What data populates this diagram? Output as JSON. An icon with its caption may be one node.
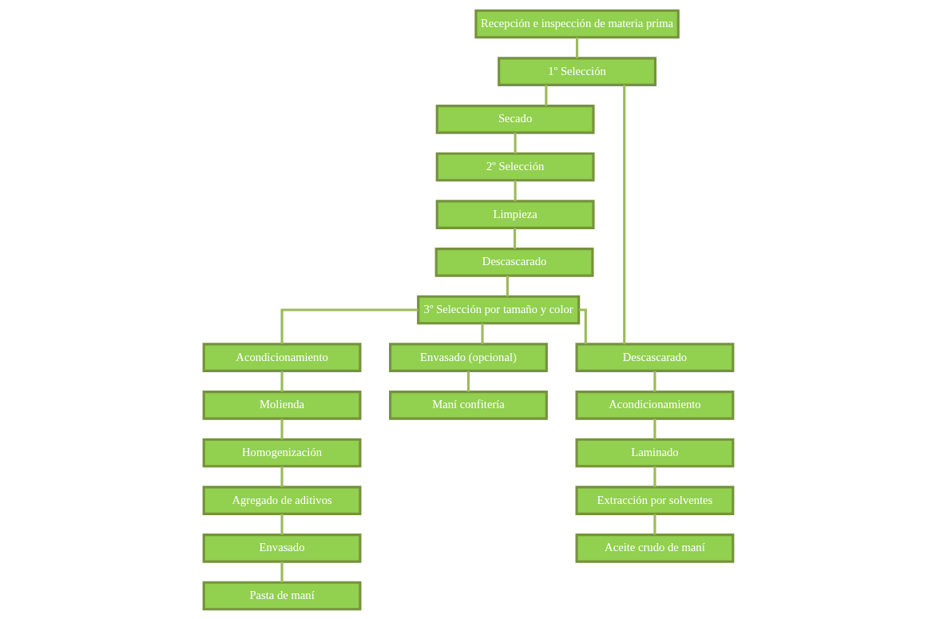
{
  "diagram": {
    "nodes": [
      {
        "text": [
          "Recepción e inspección de materia prima"
        ]
      },
      {
        "text": [
          "1º Selección"
        ]
      },
      {
        "text": [
          "Secado"
        ]
      },
      {
        "text": [
          "Acondicionamiento"
        ]
      },
      {
        "text": [
          "2º Selección"
        ]
      },
      {
        "text": [
          "Molienda"
        ]
      },
      {
        "text": [
          "Limpieza"
        ]
      },
      {
        "text": [
          "Descascarado"
        ]
      },
      {
        "text": [
          "Homogenización"
        ]
      },
      {
        "text": [
          "Descascarado"
        ]
      },
      {
        "text": [
          "Acondicionamiento"
        ]
      },
      {
        "text": [
          "Agregado de aditivos"
        ]
      },
      {
        "text": [
          "3º Selección por tamaño y color"
        ]
      },
      {
        "text": [
          "Laminado"
        ]
      },
      {
        "text": [
          "Envasado"
        ]
      },
      {
        "text": [
          "Envasado (opcional)"
        ]
      },
      {
        "text": [
          "Extracción por solventes"
        ]
      },
      {
        "text": [
          "Pasta de maní"
        ]
      },
      {
        "text": [
          "Maní confitería"
        ]
      },
      {
        "text": [
          "Aceite crudo de maní"
        ]
      }
    ],
    "edges": [
      {
        "from": 0,
        "to": 1,
        "arrow": "none"
      },
      {
        "from": 1,
        "to": 2,
        "arrow": "none"
      },
      {
        "from": 1,
        "to": 7,
        "arrow": "none"
      },
      {
        "from": 2,
        "to": 4,
        "arrow": "none"
      },
      {
        "from": 4,
        "to": 6,
        "arrow": "none"
      },
      {
        "from": 6,
        "to": 9,
        "arrow": "none"
      },
      {
        "from": 9,
        "to": 12,
        "arrow": "none"
      },
      {
        "from": 12,
        "to": 3,
        "arrow": "none"
      },
      {
        "from": 12,
        "to": 7,
        "arrow": "none"
      },
      {
        "from": 12,
        "to": 15,
        "arrow": "none"
      },
      {
        "from": 15,
        "to": 18,
        "arrow": "none"
      },
      {
        "from": 3,
        "to": 5,
        "arrow": "none"
      },
      {
        "from": 5,
        "to": 8,
        "arrow": "none"
      },
      {
        "from": 8,
        "to": 11,
        "arrow": "none"
      },
      {
        "from": 11,
        "to": 14,
        "arrow": "none"
      },
      {
        "from": 14,
        "to": 17,
        "arrow": "none"
      },
      {
        "from": 7,
        "to": 10,
        "arrow": "none"
      },
      {
        "from": 10,
        "to": 13,
        "arrow": "none"
      },
      {
        "from": 13,
        "to": 16,
        "arrow": "none"
      },
      {
        "from": 16,
        "to": 19,
        "arrow": "none"
      }
    ]
  }
}
